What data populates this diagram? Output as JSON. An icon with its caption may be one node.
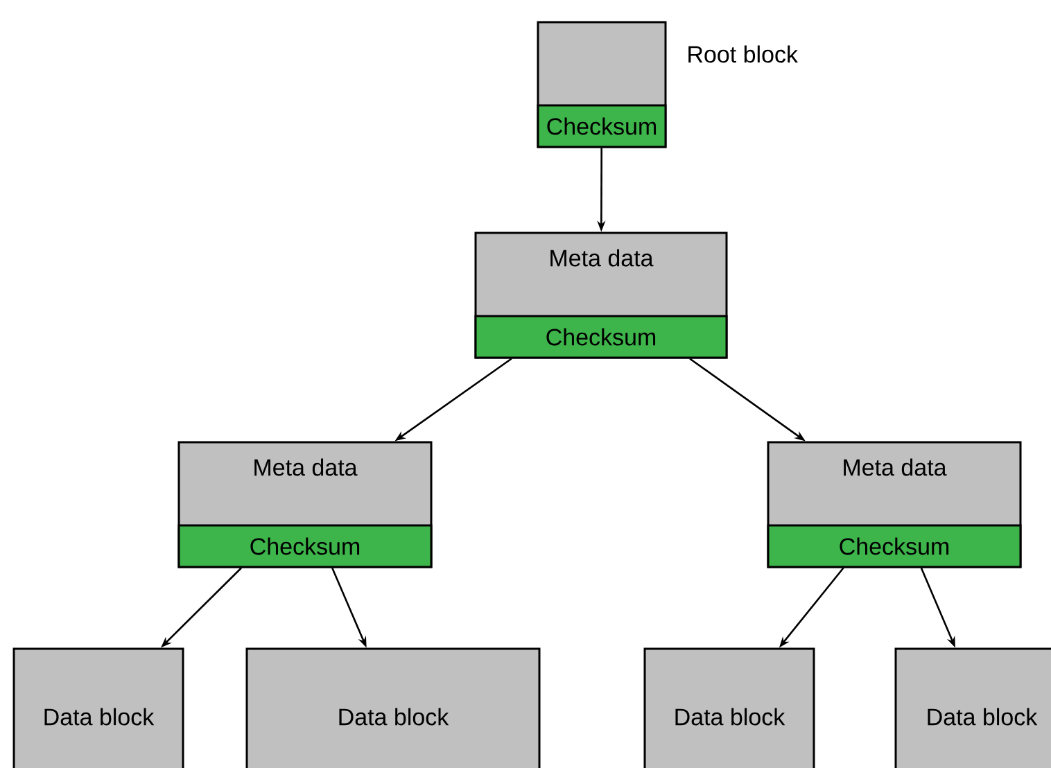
{
  "diagram": {
    "nodes": [
      {
        "text": [
          "Checksum"
        ],
        "beside": [
          "Root block"
        ]
      },
      {
        "text": [
          "Meta data",
          "Checksum"
        ]
      },
      {
        "text": [
          "Meta data",
          "Checksum"
        ]
      },
      {
        "text": [
          "Meta data",
          "Checksum"
        ]
      },
      {
        "text": [
          "Data block"
        ]
      },
      {
        "text": [
          "Data block"
        ]
      },
      {
        "text": [
          "Data block"
        ]
      },
      {
        "text": [
          "Data block"
        ]
      }
    ],
    "edges": [
      {
        "from": 0,
        "to": 1,
        "arrow": "to"
      },
      {
        "from": 1,
        "to": 2,
        "arrow": "to"
      },
      {
        "from": 1,
        "to": 3,
        "arrow": "to"
      },
      {
        "from": 2,
        "to": 4,
        "arrow": "to"
      },
      {
        "from": 2,
        "to": 5,
        "arrow": "to"
      },
      {
        "from": 3,
        "to": 6,
        "arrow": "to"
      },
      {
        "from": 3,
        "to": 7,
        "arrow": "to"
      }
    ]
  }
}
